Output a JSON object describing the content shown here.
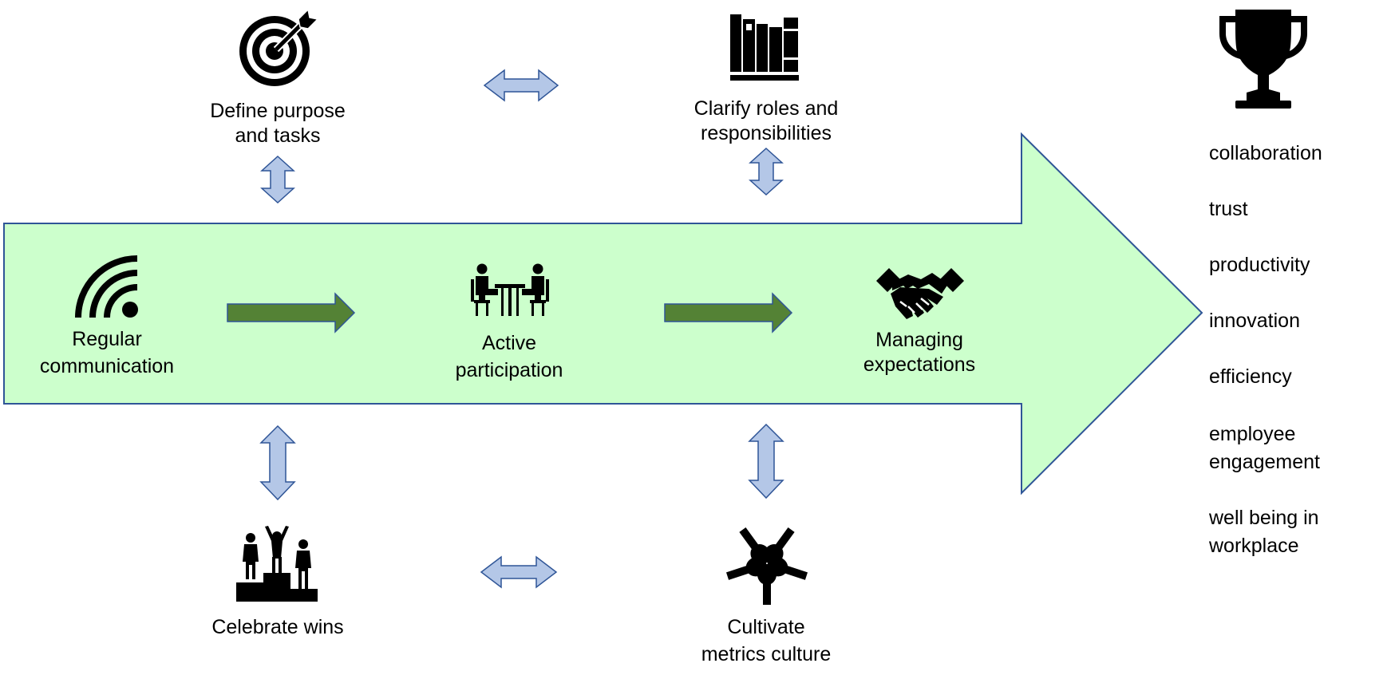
{
  "diagram": {
    "colors": {
      "main_arrow_fill": "#ccffcc",
      "main_arrow_stroke": "#2f5597",
      "flow_arrow": "#548235",
      "connector_fill": "#b4c7e7",
      "connector_stroke": "#2f5597"
    },
    "top_nodes": [
      {
        "icon": "target-icon",
        "line1": "Define purpose",
        "line2": "and tasks"
      },
      {
        "icon": "books-icon",
        "line1": "Clarify roles and",
        "line2": "responsibilities"
      }
    ],
    "center_nodes": [
      {
        "icon": "wifi-signal-icon",
        "line1": "Regular",
        "line2": "communication"
      },
      {
        "icon": "meeting-icon",
        "line1": "Active",
        "line2": "participation"
      },
      {
        "icon": "handshake-icon",
        "line1": "Managing",
        "line2": "expectations"
      }
    ],
    "bottom_nodes": [
      {
        "icon": "podium-icon",
        "line1": "Celebrate wins"
      },
      {
        "icon": "hands-circle-icon",
        "line1": "Cultivate",
        "line2": "metrics culture"
      }
    ],
    "outcome_icon": "trophy-icon",
    "outcomes": [
      "collaboration",
      "trust",
      "productivity",
      "innovation",
      "efficiency",
      "employee",
      "engagement",
      "well being in",
      "workplace"
    ]
  }
}
